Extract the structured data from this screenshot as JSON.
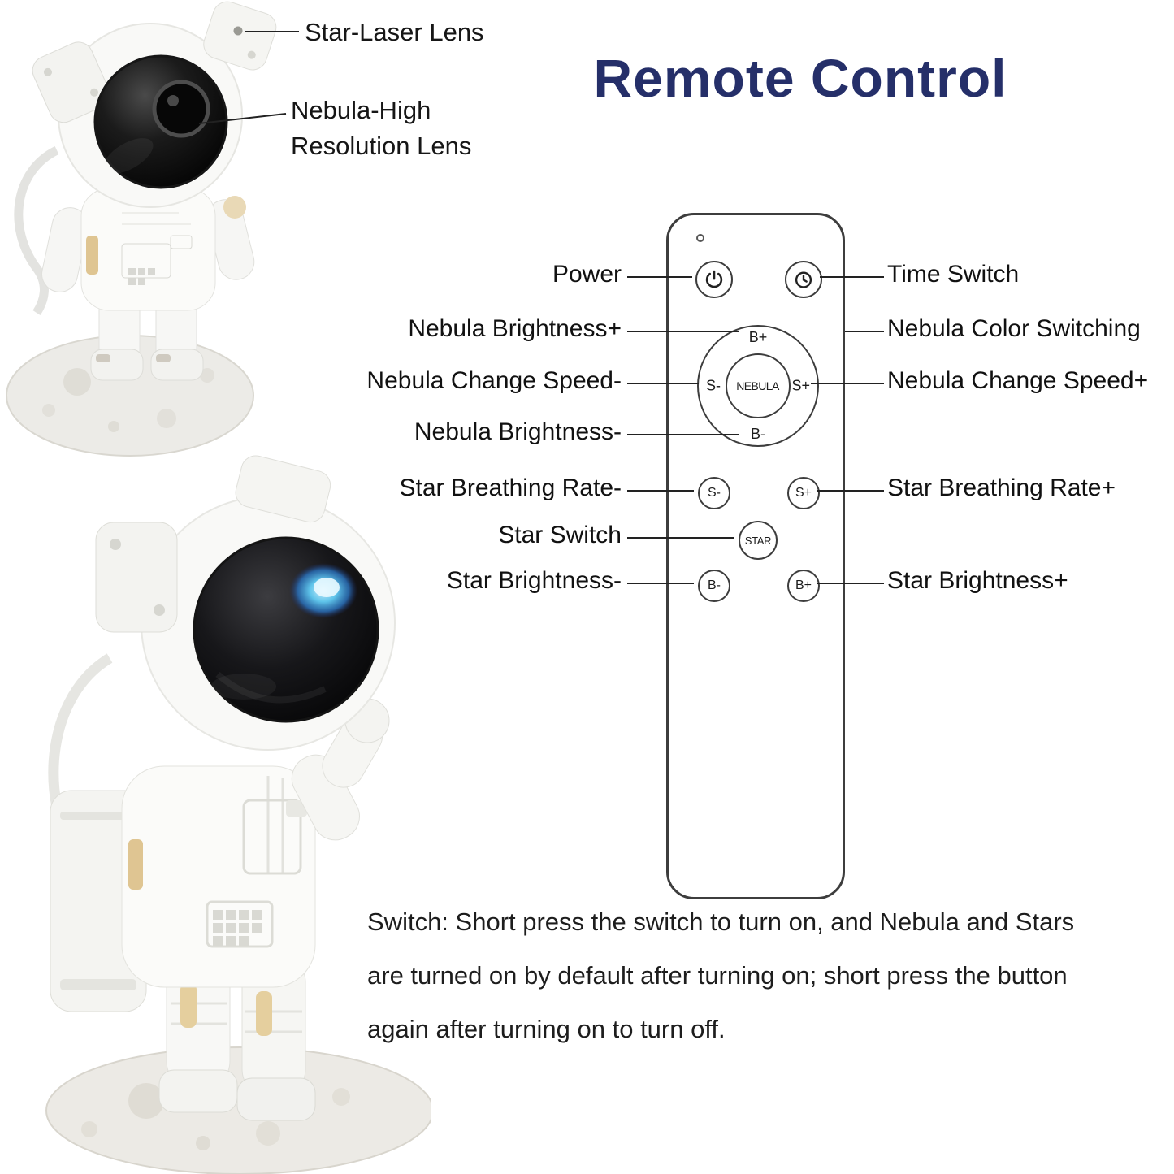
{
  "title": "Remote Control",
  "callouts": {
    "star_laser": "Star-Laser Lens",
    "nebula_line1": "Nebula-High",
    "nebula_line2": "Resolution Lens"
  },
  "remote": {
    "left_labels": [
      "Power",
      "Nebula Brightness+",
      "Nebula Change Speed-",
      "Nebula Brightness-",
      "Star Breathing Rate-",
      "Star Switch",
      "Star Brightness-"
    ],
    "right_labels": [
      "Time Switch",
      "Nebula Color Switching",
      "Nebula Change Speed+",
      "Star Breathing Rate+",
      "Star Brightness+"
    ],
    "buttons": {
      "dpad_top": "B+",
      "dpad_left": "S-",
      "dpad_right": "S+",
      "dpad_bottom": "B-",
      "dpad_center": "NEBULA",
      "star_rate_minus": "S-",
      "star_rate_plus": "S+",
      "star_switch": "STAR",
      "star_bright_minus": "B-",
      "star_bright_plus": "B+"
    },
    "icons": {
      "power": "power-icon",
      "time": "timer-clock-icon",
      "led": "indicator-led"
    }
  },
  "footer": {
    "lines": [
      "Switch: Short press the switch to turn on, and Nebula and Stars",
      "are turned on by default after turning on; short press the button",
      "again after turning on to turn off."
    ]
  },
  "colors": {
    "title": "#252f69",
    "text": "#161616",
    "line": "#222222",
    "gold_accent": "#dfc592",
    "galaxy_blue": "#5fc4ea"
  }
}
